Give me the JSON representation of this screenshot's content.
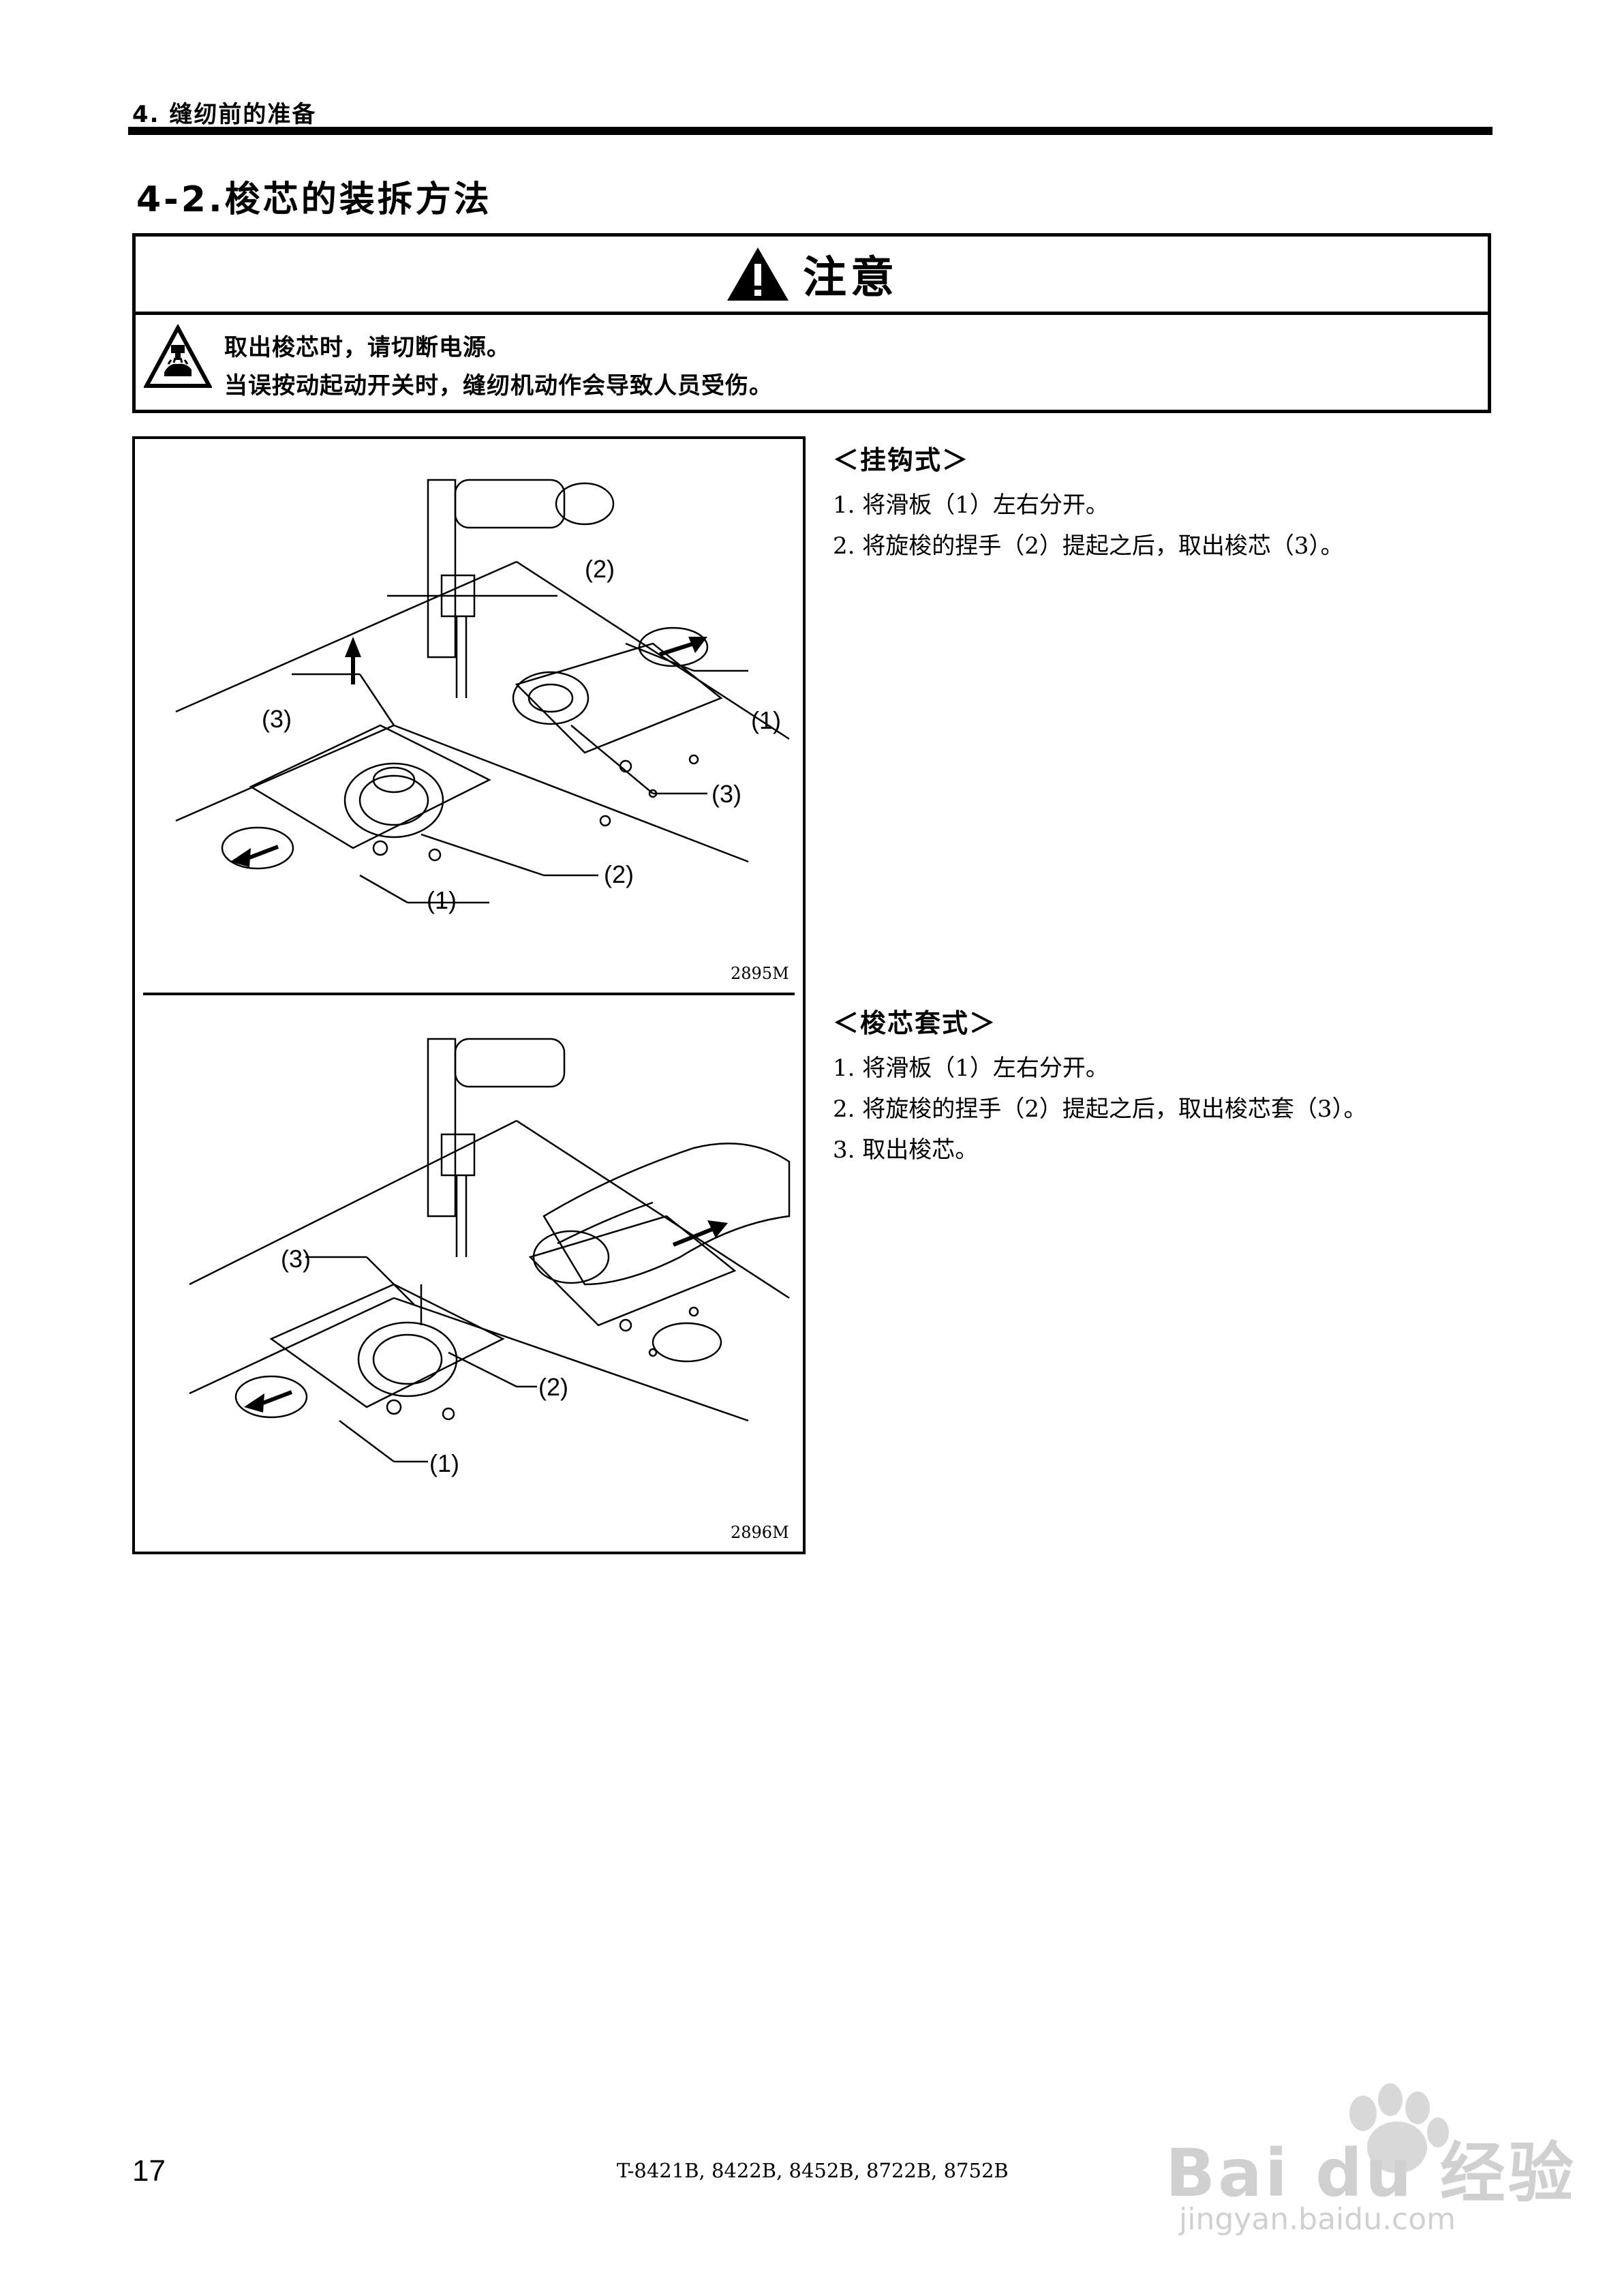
{
  "header": {
    "running_title": "4. 缝纫前的准备",
    "section_title": "4-2.梭芯的装拆方法"
  },
  "caution": {
    "title": "注意",
    "warning_icon": "warning-triangle-icon",
    "hazard_icon": "hand-crush-hazard-icon",
    "lines": [
      "取出梭芯时，请切断电源。",
      "当误按动起动开关时，缝纫机动作会导致人员受伤。"
    ]
  },
  "figures": [
    {
      "code": "2895M",
      "callouts": [
        "(2)",
        "(1)",
        "(3)",
        "(3)",
        "(2)",
        "(1)"
      ]
    },
    {
      "code": "2896M",
      "callouts": [
        "(3)",
        "(2)",
        "(1)"
      ]
    }
  ],
  "sections": [
    {
      "heading": "＜挂钩式＞",
      "steps": [
        "1. 将滑板（1）左右分开。",
        "2. 将旋梭的捏手（2）提起之后，取出梭芯（3）。"
      ]
    },
    {
      "heading": "＜梭芯套式＞",
      "steps": [
        "1. 将滑板（1）左右分开。",
        "2. 将旋梭的捏手（2）提起之后，取出梭芯套（3）。",
        "3. 取出梭芯。"
      ]
    }
  ],
  "footer": {
    "page_number": "17",
    "models": "T-8421B, 8422B, 8452B, 8722B, 8752B"
  },
  "watermark": {
    "brand": "Bai du 经验",
    "url": "jingyan.baidu.com"
  }
}
